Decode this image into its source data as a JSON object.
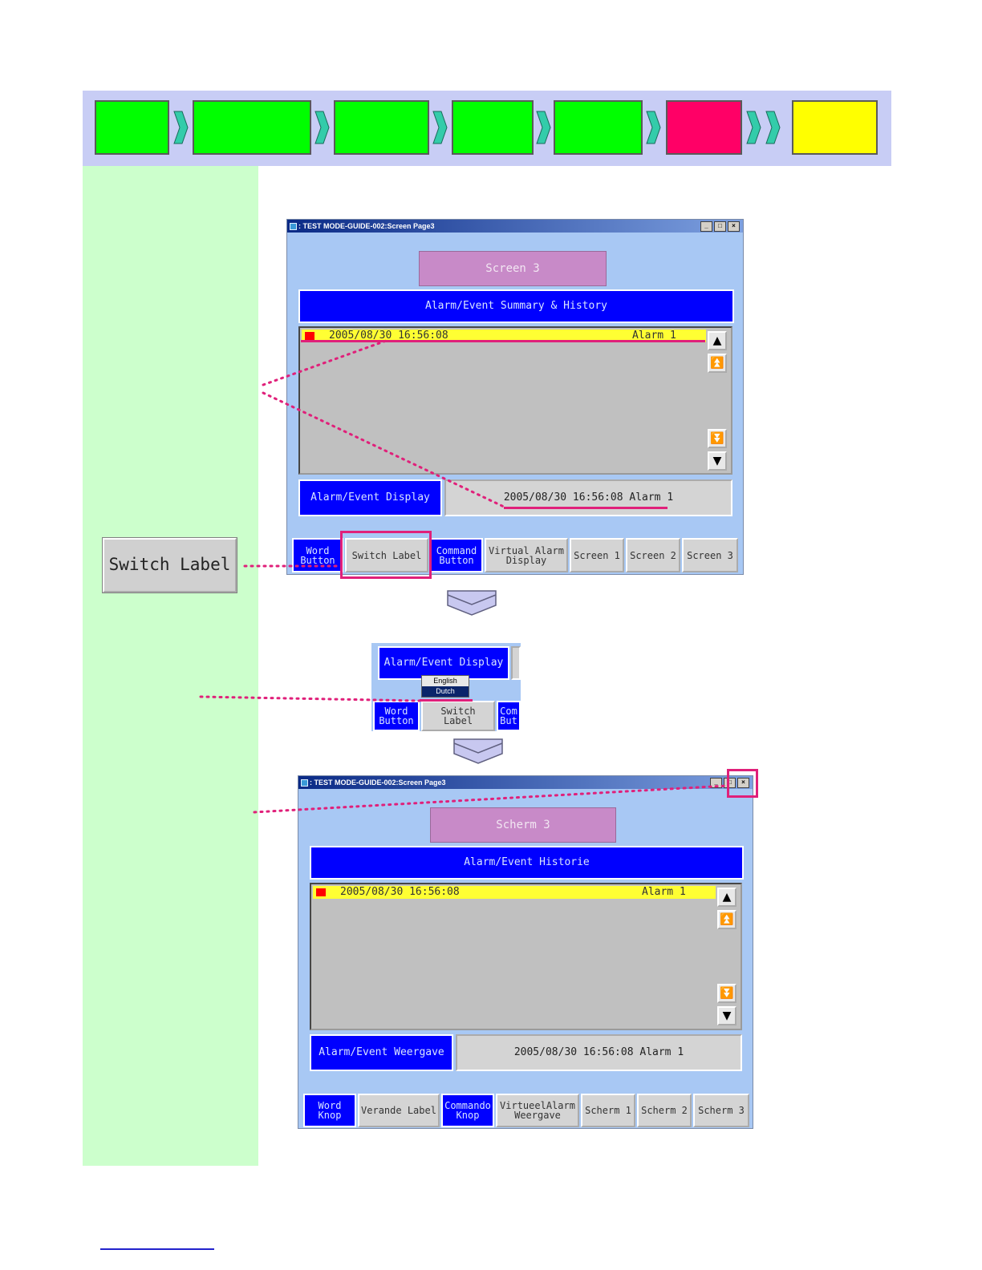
{
  "steps": {
    "colors": [
      "#00ff00",
      "#00ff00",
      "#00ff00",
      "#00ff00",
      "#00ff00",
      "#ff0066",
      "#ffff00"
    ],
    "chevron_color": "#33ccaa"
  },
  "switch_label_button": "Switch Label",
  "window1": {
    "title": ": TEST MODE-GUIDE-002:Screen Page3",
    "buttons": [
      "_",
      "□",
      "×"
    ],
    "screen_label": "Screen 3",
    "summary_title": "Alarm/Event Summary & History",
    "alarm_row": {
      "time": "2005/08/30 16:56:08",
      "name": "Alarm 1"
    },
    "scroll": [
      "▲",
      "⏫",
      "⏬",
      "▼"
    ],
    "display_label": "Alarm/Event Display",
    "display_value": "2005/08/30 16:56:08 Alarm 1",
    "tabs": [
      "Word Button",
      "Switch Label",
      "Command Button",
      "Virtual Alarm Display",
      "Screen 1",
      "Screen 2",
      "Screen 3"
    ]
  },
  "crop": {
    "display_label": "Alarm/Event Display",
    "menu": [
      "English",
      "Dutch"
    ],
    "tabs": [
      "Word Button",
      "Switch Label",
      "Com But"
    ]
  },
  "window2": {
    "title": ": TEST MODE-GUIDE-002:Screen Page3",
    "buttons": [
      "_",
      "□",
      "×"
    ],
    "screen_label": "Scherm 3",
    "summary_title": "Alarm/Event Historie",
    "alarm_row": {
      "time": "2005/08/30 16:56:08",
      "name": "Alarm 1"
    },
    "scroll": [
      "▲",
      "⏫",
      "⏬",
      "▼"
    ],
    "display_label": "Alarm/Event Weergave",
    "display_value": "2005/08/30 16:56:08 Alarm 1",
    "tabs": [
      "Word Knop",
      "Verande Label",
      "Commando Knop",
      "VirtueelAlarm Weergave",
      "Scherm 1",
      "Scherm 2",
      "Scherm 3"
    ]
  }
}
